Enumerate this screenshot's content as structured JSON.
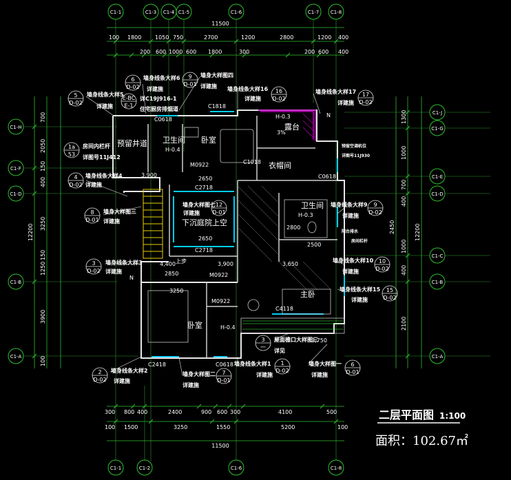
{
  "title": "二层平面图",
  "scale": "1:100",
  "area_text": "面积：102.67㎡",
  "axes_top": [
    "C1-1",
    "C1-3",
    "C1-4",
    "C1-5",
    "C1-6",
    "C1-7",
    "C1-8"
  ],
  "axes_bottom": [
    "C1-1",
    "C1-2",
    "C1-6",
    "C1-8"
  ],
  "axes_left": [
    "C1-H",
    "C1-F",
    "C1-D",
    "C1-B",
    "C1-A"
  ],
  "axes_right": [
    "C1-J",
    "C1-G",
    "C1-E",
    "C1-D",
    "C1-C",
    "C1-B",
    "C1-A"
  ],
  "dims": {
    "top_total": "11500",
    "top_row1": [
      "100",
      "1800",
      "1050",
      "750",
      "2700",
      "1200",
      "2800",
      "1200",
      "400"
    ],
    "top_row2": [
      "200",
      "600",
      "1000",
      "600",
      "1800",
      "300",
      "200",
      "600",
      "400"
    ],
    "bottom_row1": [
      "300",
      "800",
      "400",
      "2400",
      "900",
      "600",
      "300",
      "4100",
      "500"
    ],
    "bottom_row2": [
      "100",
      "1500",
      "3250",
      "1550",
      "5200",
      "100"
    ],
    "bottom_total": "11500",
    "left_col": [
      "700",
      "2050",
      "150",
      "400",
      "3250",
      "150",
      "1250",
      "3900",
      "100"
    ],
    "left_total": "12200",
    "right_col": [
      "1300",
      "1000",
      "700",
      "400",
      "2450",
      "1000",
      "400",
      "2100"
    ],
    "right_total": "12200"
  },
  "rooms": {
    "reserved_shaft": "预留井道",
    "bath_left": "卫生间",
    "bedroom_top": "卧室",
    "cloakroom": "衣帽间",
    "balcony": "露台",
    "bath_right": "卫生间",
    "void": "下沉庭院上空",
    "master": "主卧",
    "bedroom_bottom": "卧室"
  },
  "small_labels": {
    "h_bath_left": "H-0.4",
    "h_balcony": "H-0.3",
    "h_bath_right": "H-0.3",
    "h_bottom": "H-0.4",
    "slope": "3%",
    "up": "上步",
    "n1": "N",
    "n2": "N",
    "m1": "M0922",
    "m2": "M0922",
    "m3": "M0922",
    "c1": "C1818",
    "c2": "C0618",
    "c3": "C2718",
    "c4": "C2718",
    "c5": "C4118",
    "c6": "C2418",
    "c7": "C0618",
    "c8": "C0618",
    "c9": "C1018",
    "d1": "3,900",
    "d2": "2650",
    "d3": "2650",
    "d4": "4,400",
    "d5": "3,900",
    "d6": "3,650",
    "d7": "3,750",
    "d8": "2850",
    "d9": "2500",
    "d10": "2800",
    "d11": "3250"
  },
  "annotations": {
    "a5": "墙身线条大样5",
    "a5b": "详建施",
    "a6": "墙身线条大样6",
    "a6b": "详建施",
    "a9": "墙身大样图四",
    "a9b": "详建施",
    "a16": "墙身线条大样16",
    "a16b": "详建施",
    "a17": "墙身线条大样17",
    "a17b": "详建施",
    "a_ec": "详C19J916-1",
    "a_ec2": "住宅厨房排烟道",
    "a_rail": "房间内栏杆",
    "a_rail2": "详图号11J412",
    "a4": "墙身线条大样4",
    "a4b": "详建施",
    "a8": "墙身大样图三",
    "a8b": "详建施",
    "a12": "墙身大样图七",
    "a12b": "详建施",
    "a3": "墙身线条大样3",
    "a3b": "详建施",
    "a9r": "墙身线条大样9",
    "a9rb": "详建施",
    "a10": "墙身线条大样10",
    "a10b": "详建施",
    "a15": "墙身线条大样15",
    "a15b": "详建施",
    "a2": "墙身线条大样2",
    "a2b": "详建施",
    "a7": "墙身大样图二",
    "a7b": "详建施",
    "a1": "墙身线条大样1",
    "a1b": "详建施",
    "a3d": "屋面檐口大样图三",
    "a3db": "详见",
    "a6d": "墙身大样图一",
    "a6db": "详建施",
    "r_note1": "预留空调机位",
    "r_note2": "详图号11J930",
    "r_note3": "阳台排水",
    "r_note4": "房间栏杆"
  },
  "refs": {
    "r5": {
      "n": "5",
      "s": "D-02"
    },
    "r6": {
      "n": "6",
      "s": "D-02"
    },
    "r9": {
      "n": "9",
      "s": "D-01"
    },
    "r16": {
      "n": "16",
      "s": "D-02"
    },
    "r17": {
      "n": "17",
      "s": "D-02"
    },
    "rec": {
      "n": "E-BC",
      "s": "E-1"
    },
    "r1a": {
      "n": "1a",
      "s": "53"
    },
    "r4": {
      "n": "4",
      "s": "D-02"
    },
    "r8": {
      "n": "8",
      "s": "D-01"
    },
    "r12": {
      "n": "12",
      "s": "D-01"
    },
    "r3": {
      "n": "3",
      "s": "D-02"
    },
    "r9r": {
      "n": "9",
      "s": "D-02"
    },
    "r10": {
      "n": "10",
      "s": "D-02"
    },
    "r15": {
      "n": "15",
      "s": "D-02"
    },
    "r2": {
      "n": "2",
      "s": "D-02"
    },
    "r7": {
      "n": "7",
      "s": "D-01"
    },
    "r1": {
      "n": "1",
      "s": "D-02"
    },
    "r3d": {
      "n": "3",
      "s": "一"
    },
    "r6d": {
      "n": "6",
      "s": "D-01"
    }
  }
}
